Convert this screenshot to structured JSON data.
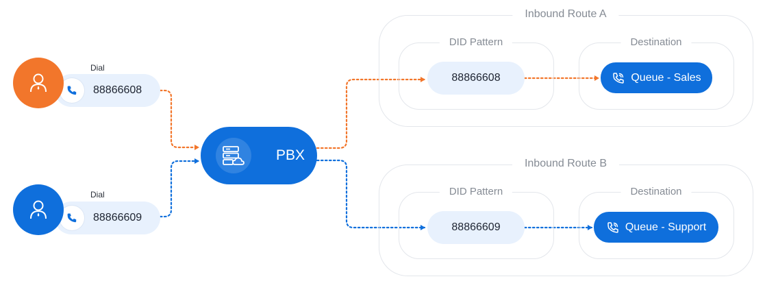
{
  "callers": [
    {
      "dial_label": "Dial",
      "number": "88866608",
      "color": "#f2762b",
      "icon": "person-icon"
    },
    {
      "dial_label": "Dial",
      "number": "88866609",
      "color": "#0f6fdc",
      "icon": "person-icon"
    }
  ],
  "pbx": {
    "label": "PBX",
    "icon": "server-cloud-icon",
    "color": "#0f6fdc"
  },
  "routes": [
    {
      "title": "Inbound Route A",
      "did_title": "DID Pattern",
      "did_value": "88866608",
      "dest_title": "Destination",
      "queue_label": "Queue - Sales",
      "line_color": "#f2762b"
    },
    {
      "title": "Inbound Route B",
      "did_title": "DID Pattern",
      "did_value": "88866609",
      "dest_title": "Destination",
      "queue_label": "Queue - Support",
      "line_color": "#0f6fdc"
    }
  ],
  "colors": {
    "orange": "#f2762b",
    "blue": "#0f6fdc",
    "pill_bg": "#e8f1fd",
    "border": "#e3e6eb"
  }
}
